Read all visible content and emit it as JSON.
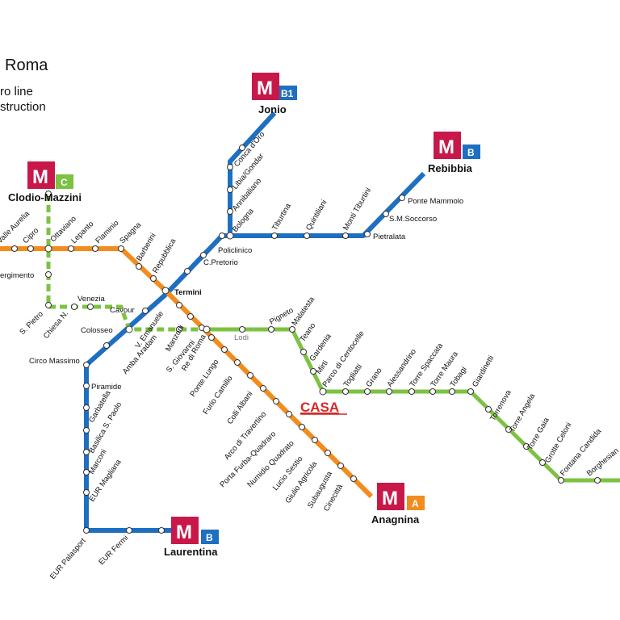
{
  "title": "Roma",
  "legend": [
    "ro line",
    "struction"
  ],
  "colors": {
    "lineA": "#f28c1e",
    "lineB": "#1f6fc1",
    "lineC": "#7dc242",
    "logo": "#c8184a",
    "white": "#ffffff"
  },
  "annotation": "CASA",
  "terminals": [
    {
      "name": "Jonio",
      "letter": "M",
      "line": "B1",
      "lineColor": "#1f6fc1"
    },
    {
      "name": "Rebibbia",
      "letter": "M",
      "line": "B",
      "lineColor": "#1f6fc1"
    },
    {
      "name": "Clodio-Mazzini",
      "letter": "M",
      "line": "C",
      "lineColor": "#7dc242"
    },
    {
      "name": "Anagnina",
      "letter": "M",
      "line": "A",
      "lineColor": "#f28c1e"
    },
    {
      "name": "Laurentina",
      "letter": "M",
      "line": "B",
      "lineColor": "#1f6fc1"
    }
  ],
  "stations": [
    "Valle Aurelia",
    "Cipro",
    "Ottaviano",
    "Lepanto",
    "Flaminio",
    "Spagna",
    "Barberini",
    "Repubblica",
    "ergimento",
    "S. Pietro",
    "Chiesa N.",
    "Venezia",
    "Cavour",
    "Colosseo",
    "V. Emanuele",
    "Amba Aradam",
    "Manzoni",
    "S. Giovanni",
    "Termini",
    "Policlinico",
    "C.Pretorio",
    "Bologna",
    "Annibaliano",
    "Libia/Gondar",
    "Conca d'Oro",
    "Tiburtina",
    "Quintiliani",
    "Monti Tiburtini",
    "Pietralata",
    "S.M.Soccorso",
    "Ponte Mammolo",
    "Lodi",
    "Pigneto",
    "Malatesta",
    "Teano",
    "Gardenia",
    "Mirti",
    "Parco di Centocelle",
    "Togliatti",
    "Grano",
    "Alessandrino",
    "Torre Spaccata",
    "Torre Maura",
    "Tobagi",
    "Giardinetti",
    "Torrenova",
    "Torre Angela",
    "Torre Gaia",
    "Grotte Celoni",
    "Fontana Candida",
    "Borghesian",
    "Re di Roma",
    "Ponte Lungo",
    "Furio Camillo",
    "Colli Albani",
    "Arco di Travertino",
    "Porta Furba-Quadraro",
    "Numidio Quadrato",
    "Lucio Sestio",
    "Giulio Agricola",
    "Subaugusta",
    "Cinecittà",
    "Circo Massimo",
    "Piramide",
    "Garbatella",
    "Basilica S. Paolo",
    "Marconi",
    "EUR Magliana",
    "EUR Palasport",
    "EUR Fermi"
  ]
}
